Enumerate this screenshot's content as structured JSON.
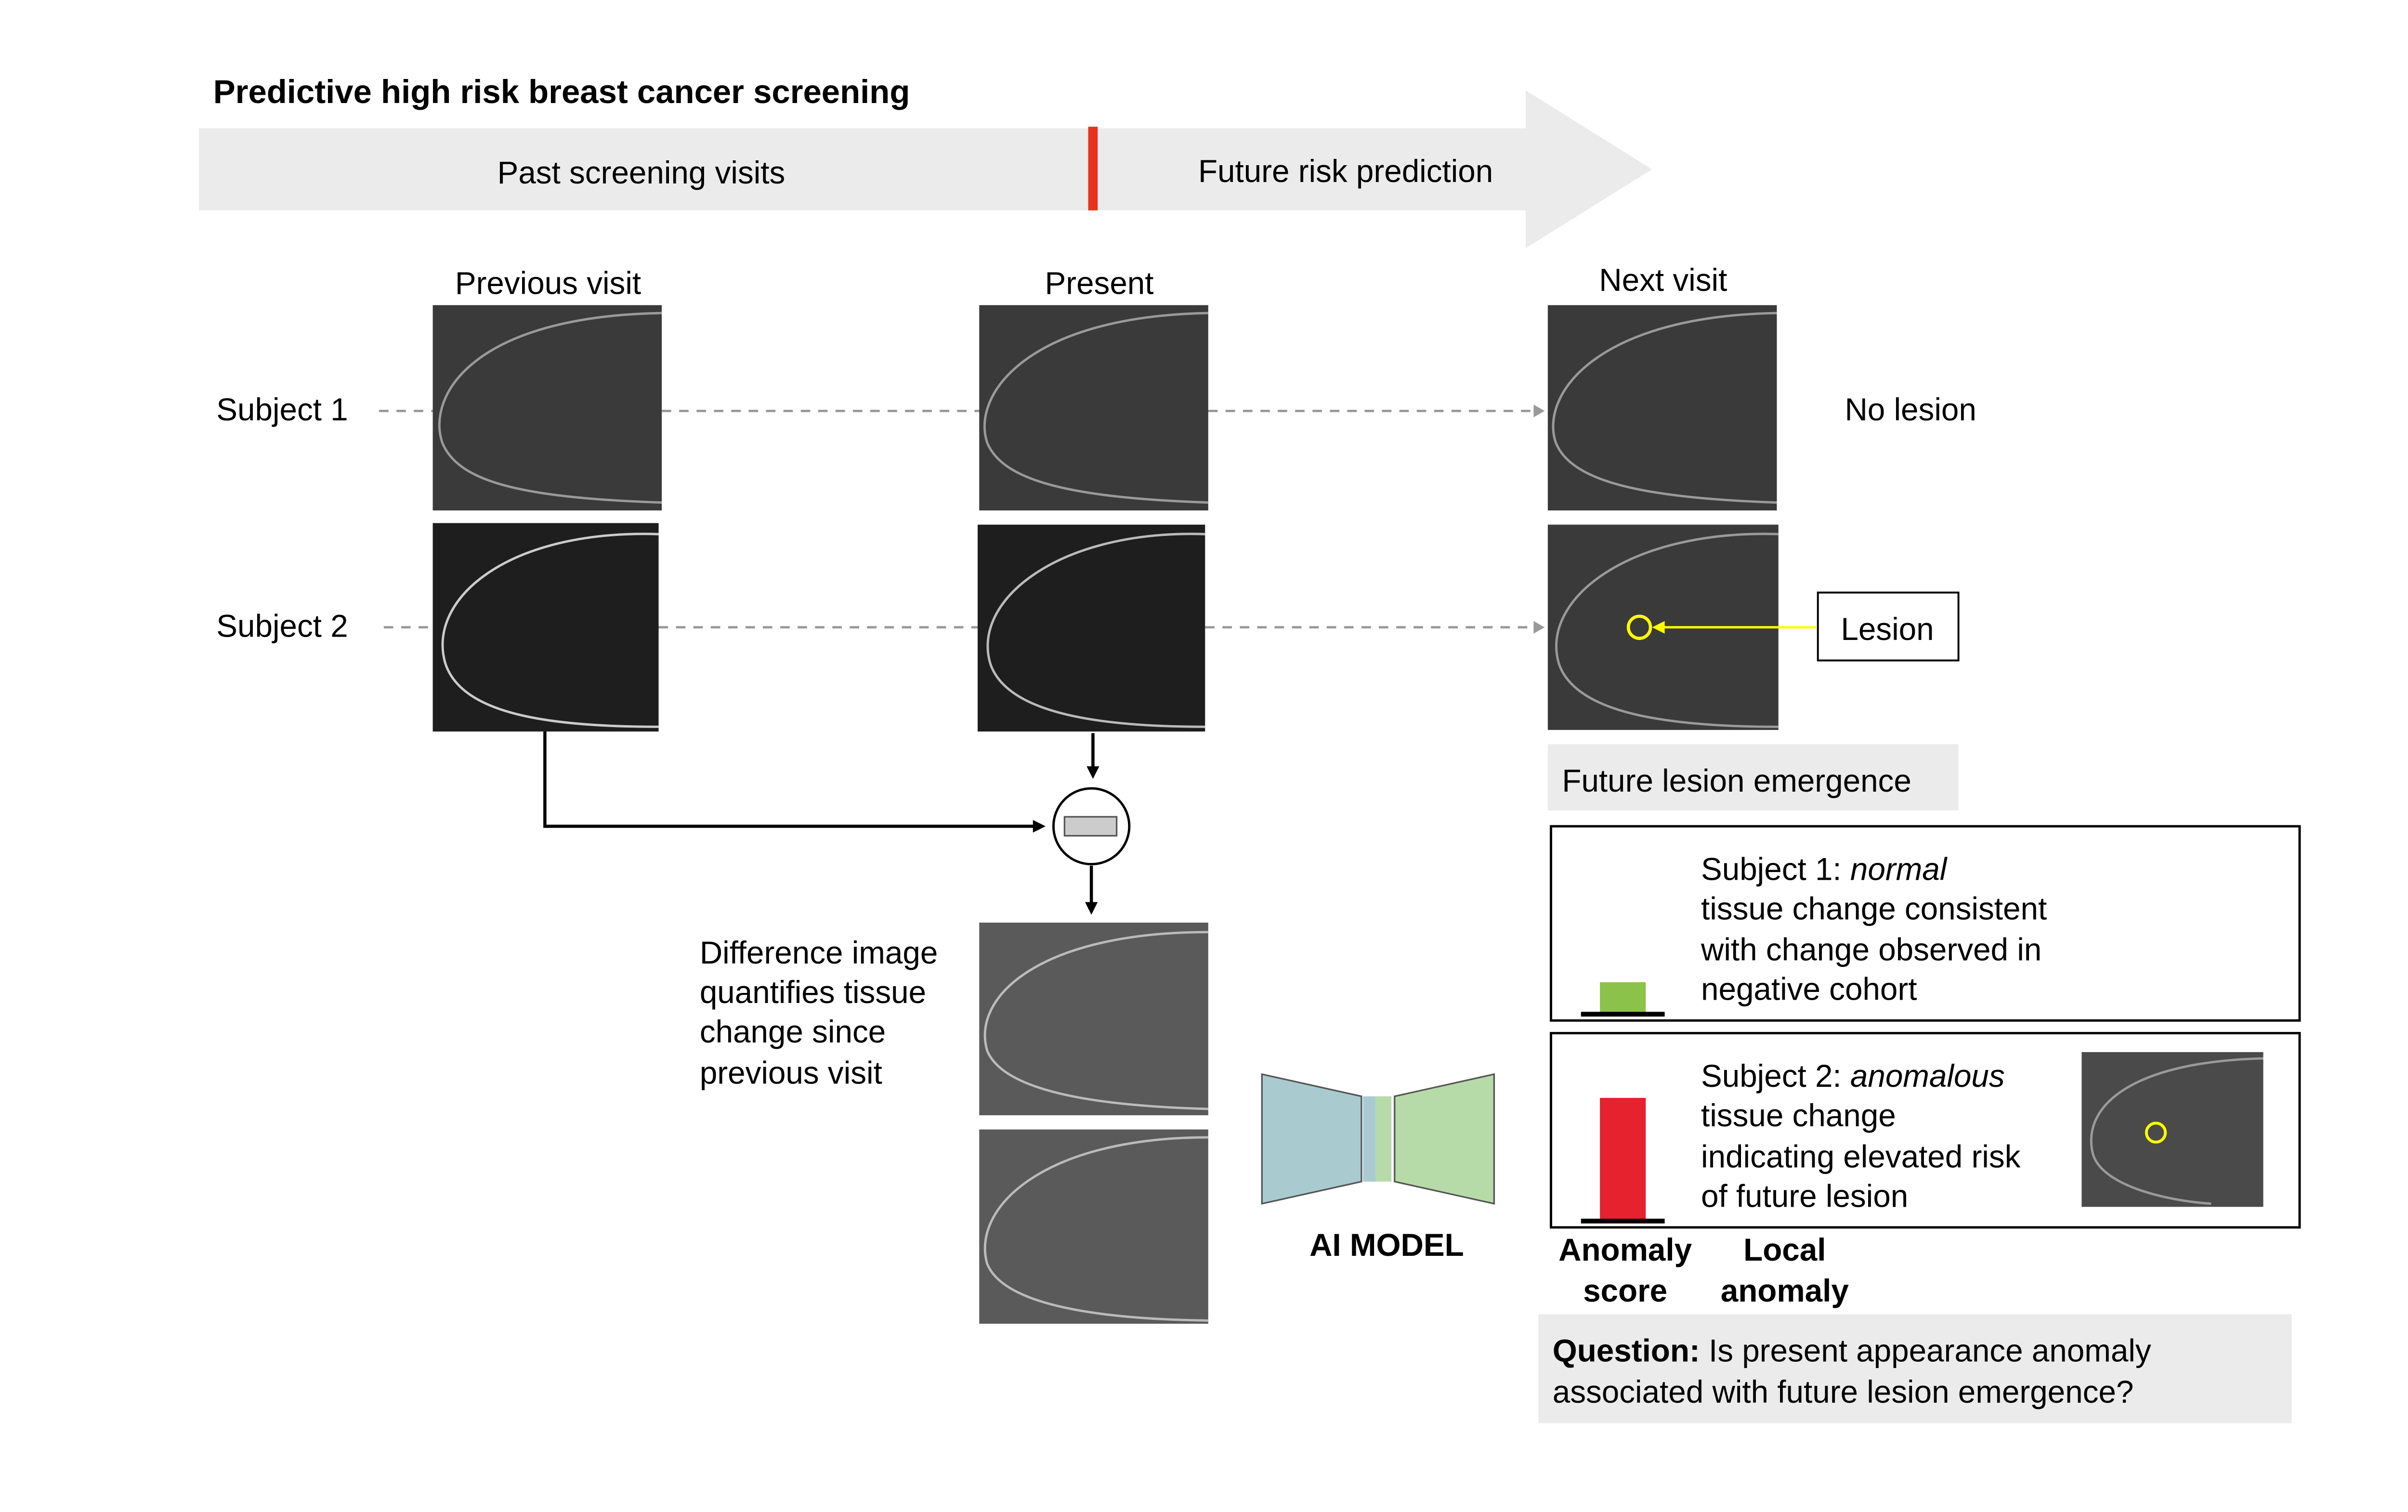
{
  "title": "Predictive high risk breast cancer screening",
  "timeline": {
    "past": "Past screening visits",
    "future": "Future risk prediction"
  },
  "columns": {
    "previous": "Previous visit",
    "present": "Present",
    "next": "Next visit"
  },
  "rows": {
    "subject1": "Subject 1",
    "subject2": "Subject 2"
  },
  "outcomes": {
    "no_lesion": "No lesion",
    "lesion": "Lesion"
  },
  "future_emergence": "Future lesion emergence",
  "difference_caption": [
    "Difference image",
    "quantifies tissue",
    "change since",
    "previous visit"
  ],
  "ai_model": "AI MODEL",
  "subject1_box": {
    "lead": "Subject 1: ",
    "emph": "normal",
    "lines": [
      "tissue change consistent",
      "with change observed in",
      "negative cohort"
    ],
    "anomaly_score_level": 0.25
  },
  "subject2_box": {
    "lead": "Subject 2: ",
    "emph": "anomalous",
    "lines": [
      "tissue change",
      "indicating elevated risk",
      "of future lesion"
    ],
    "anomaly_score_level": 1.0
  },
  "labels": {
    "anomaly_score": [
      "Anomaly",
      "score"
    ],
    "local_anomaly": [
      "Local",
      "anomaly"
    ]
  },
  "question": {
    "lead": "Question:",
    "line1": " Is present appearance anomaly",
    "line2": "associated with future lesion emergence?"
  },
  "colors": {
    "divider": "#e8321e",
    "normal_bar": "#8bc34a",
    "anomalous_bar": "#e5222d",
    "highlight": "#ffff00",
    "panel": "#ebebeb",
    "encoder": "#a9cbd0",
    "decoder": "#b7dba8"
  }
}
